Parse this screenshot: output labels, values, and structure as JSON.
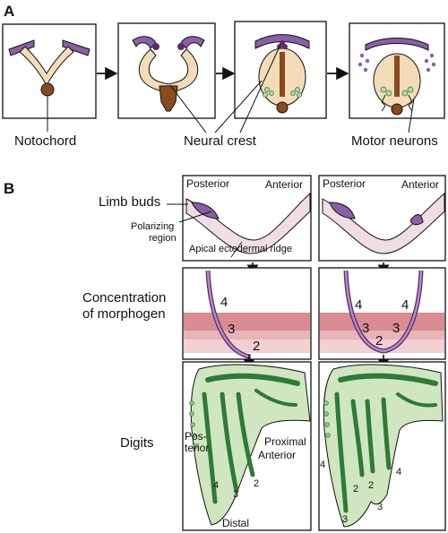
{
  "panel_a": {
    "letter": "A",
    "notochord": "Notochord",
    "neural_crest": "Neural crest",
    "motor_neurons": "Motor neurons"
  },
  "panel_b": {
    "letter": "B",
    "rows": {
      "limb_buds": "Limb buds",
      "concentration_line1": "Concentration",
      "concentration_line2": "of morphogen",
      "digits": "Digits"
    },
    "left_box": {
      "posterior": "Posterior",
      "anterior": "Anterior",
      "polarizing_region_line1": "Polarizing",
      "polarizing_region_line2": "region",
      "aer": "Apical ectodermal ridge"
    },
    "right_box": {
      "posterior": "Posterior",
      "anterior": "Anterior"
    },
    "gradient_numbers_left": [
      "4",
      "3",
      "2"
    ],
    "gradient_numbers_right": [
      "4",
      "4",
      "3",
      "3",
      "2"
    ],
    "digit_labels_left": {
      "posterior_line1": "Pos-",
      "posterior_line2": "terior",
      "proximal": "Proximal",
      "anterior": "Anterior",
      "distal": "Distal",
      "digits": [
        "4",
        "3",
        "2"
      ]
    },
    "digit_labels_right": [
      "4",
      "4",
      "2",
      "2",
      "3",
      "3"
    ]
  },
  "colors": {
    "purple": "#8a5ea8",
    "dark_purple": "#5a2a6a",
    "cream": "#f4dcb8",
    "brown": "#8a4a1e",
    "pink_light": "#f1dde4",
    "band_dark": "#d98c91",
    "band_mid": "#e8b4b8",
    "band_light": "#f2d0d3",
    "green_light": "#cfe6c0",
    "green_dark": "#2e7a37",
    "green_mid": "#8fc08a"
  }
}
